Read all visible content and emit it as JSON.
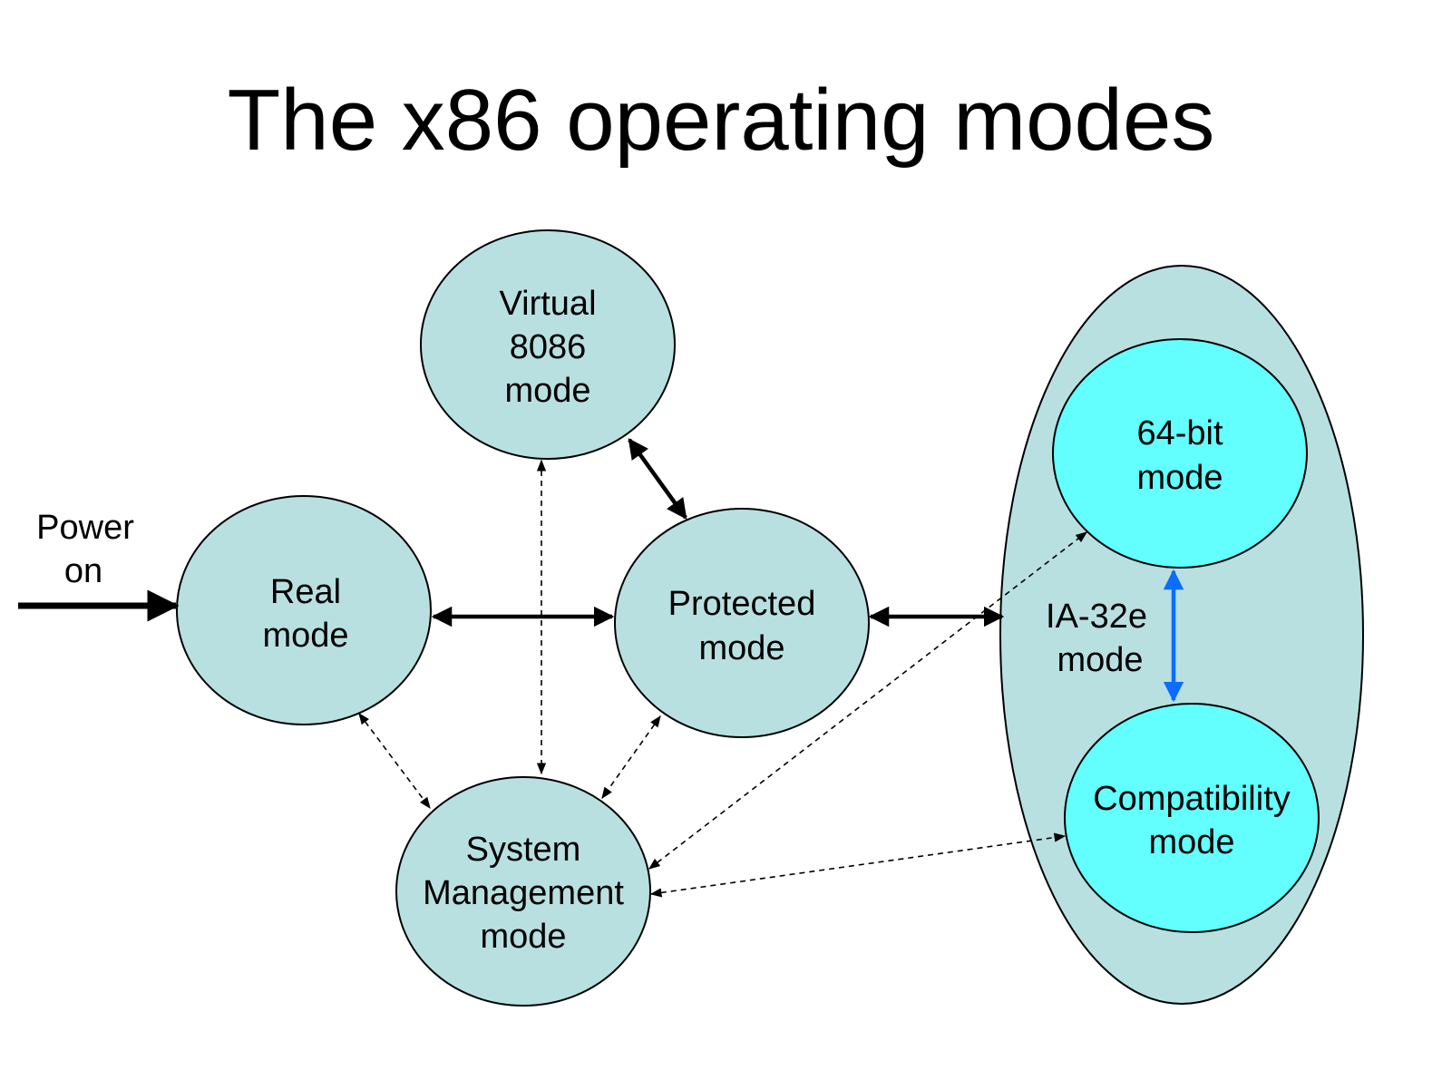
{
  "title": "The x86 operating modes",
  "colors": {
    "node_fill": "#b9e0e1",
    "inner_node_fill": "#63ffff",
    "group_fill": "#b9e0e1",
    "stroke": "#000000",
    "blue_arrow": "#0a6dff"
  },
  "power_on": {
    "line1": "Power",
    "line2": "on"
  },
  "nodes": {
    "real": {
      "line1": "Real",
      "line2": "mode"
    },
    "virtual": {
      "line1": "Virtual",
      "line2": "8086",
      "line3": "mode"
    },
    "protected": {
      "line1": "Protected",
      "line2": "mode"
    },
    "smm": {
      "line1": "System",
      "line2": "Management",
      "line3": "mode"
    },
    "ia32e": {
      "line1": "IA-32e",
      "line2": "mode"
    },
    "bit64": {
      "line1": "64-bit",
      "line2": "mode"
    },
    "compat": {
      "line1": "Compatibility",
      "line2": "mode"
    }
  }
}
